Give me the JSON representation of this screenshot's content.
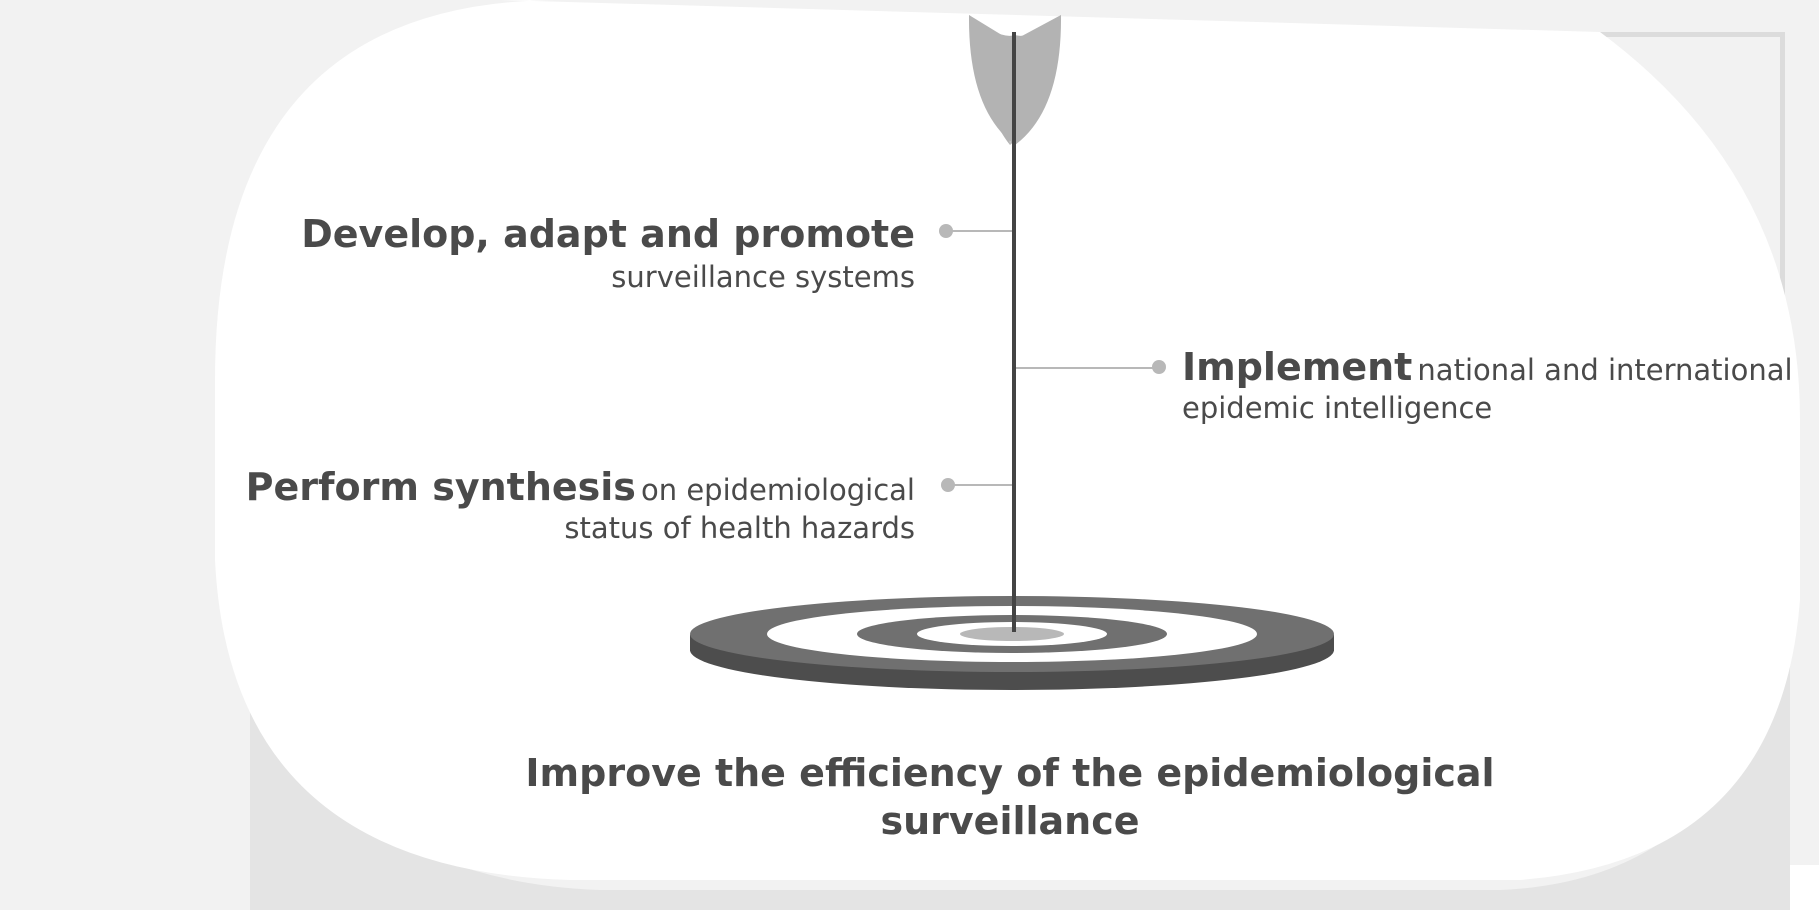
{
  "items": [
    {
      "bold": "Develop, adapt and promote",
      "rest": "surveillance systems"
    },
    {
      "bold": "Implement",
      "rest": "national and international",
      "rest2": "epidemic intelligence"
    },
    {
      "bold": "Perform synthesis",
      "rest": "on epidemiological",
      "rest2": "status of health hazards"
    }
  ],
  "goal": {
    "line1": "Improve the efficiency of the epidemiological",
    "line2": "surveillance"
  },
  "colors": {
    "background": "#f2f2f2",
    "panel": "#ffffff",
    "text": "#4a4a4a",
    "arrow_feather": "#b3b3b3",
    "arrow_shaft": "#444444",
    "target_dark": "#707070",
    "target_side": "#4d4d4d",
    "target_light": "#ffffff",
    "target_center": "#b8b8b8",
    "connector_dot": "#b8b8b8"
  }
}
